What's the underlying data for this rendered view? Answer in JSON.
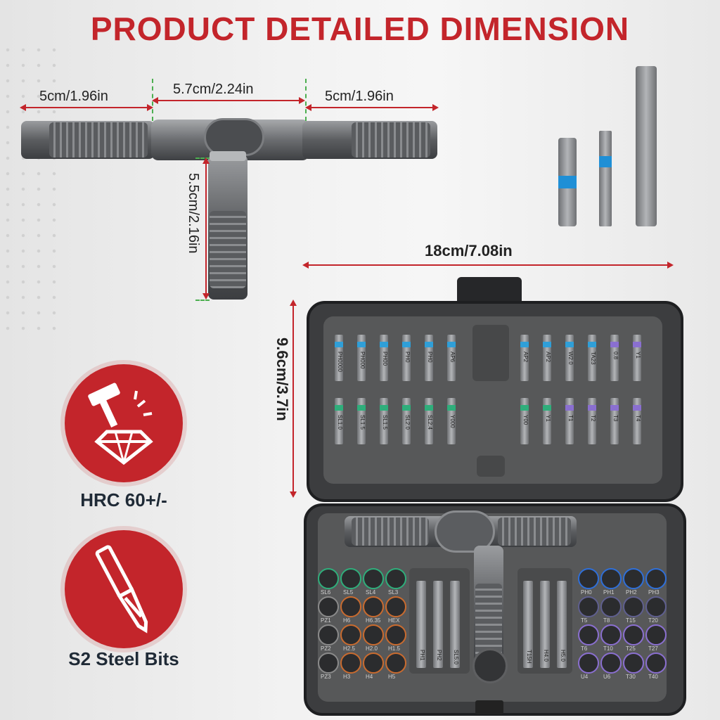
{
  "title": "PRODUCT DETAILED DIMENSION",
  "dimensions": {
    "left_handle": "5cm/1.96in",
    "center": "5.7cm/2.24in",
    "right_handle": "5cm/1.96in",
    "vertical_handle": "5.5cm/2.16in",
    "case_width": "18cm/7.08in",
    "case_height": "9.6cm/3.7in"
  },
  "features": [
    {
      "label": "HRC 60+/-",
      "icon": "hammer-diamond-icon"
    },
    {
      "label": "S2 Steel Bits",
      "icon": "screwdriver-bit-icon"
    }
  ],
  "colors": {
    "accent": "#c3252b",
    "text": "#1f2a36",
    "case": "#3c3d3f"
  },
  "top_bits": {
    "row1_left": [
      "PH0000",
      "PH000",
      "PH00",
      "PH0",
      "PH0",
      "AP6"
    ],
    "row1_right": [
      "AP2",
      "AP2",
      "W2.0",
      "TA23",
      "0.8",
      "Y1"
    ],
    "row2_left": [
      "SL1.0",
      "SL1.5",
      "SL1.5",
      "SL2.0",
      "SL2.4",
      "Y000"
    ],
    "row2_right": [
      "Y00",
      "Y1",
      "T1",
      "T2",
      "T3",
      "T4"
    ]
  },
  "left_bits": [
    [
      "SL6",
      "SL5",
      "SL4",
      "SL3"
    ],
    [
      "PZ1",
      "H6",
      "H6.35",
      "HEX"
    ],
    [
      "PZ2",
      "H2.5",
      "H2.0",
      "H1.5"
    ],
    [
      "PZ3",
      "H3",
      "H4",
      "H5"
    ]
  ],
  "long_bits_left": [
    "PH1",
    "PH2",
    "SL5.0"
  ],
  "long_bits_right": [
    "T15H",
    "H4.0",
    "H5.0"
  ],
  "right_bits": [
    [
      "PH0",
      "PH1",
      "PH2",
      "PH3"
    ],
    [
      "T5",
      "T8",
      "T15",
      "T20"
    ],
    [
      "T6",
      "T10",
      "T25",
      "T27"
    ],
    [
      "U4",
      "U6",
      "T30",
      "T40"
    ]
  ]
}
